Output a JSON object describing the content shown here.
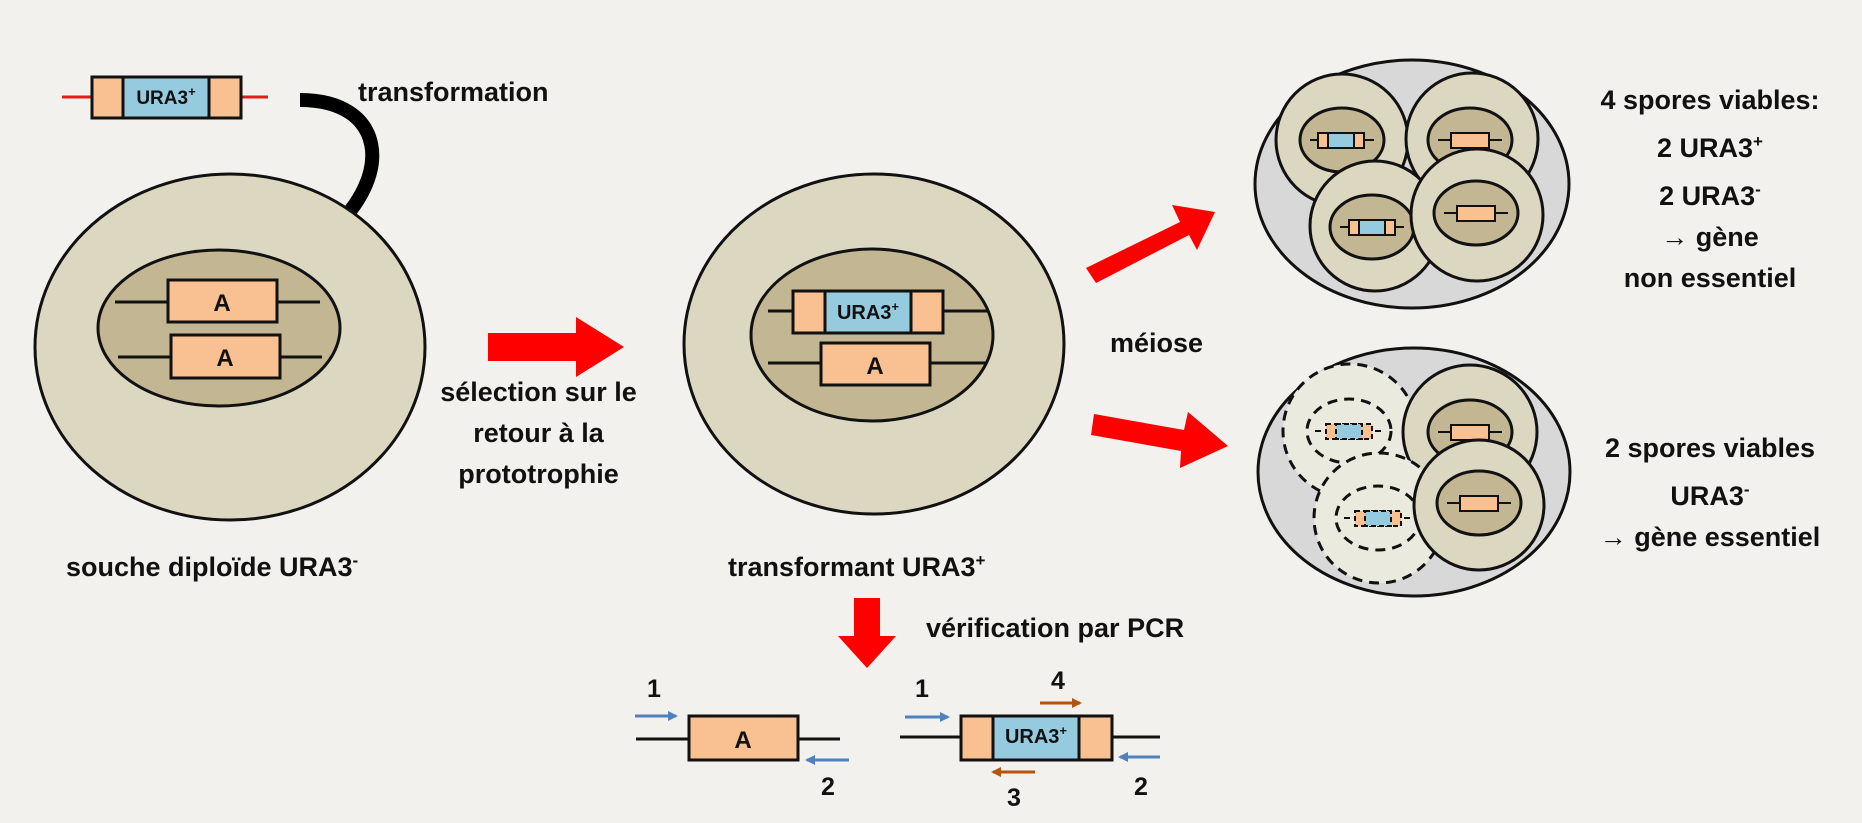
{
  "labels": {
    "transformation": "transformation",
    "selection_line1": "sélection sur le",
    "selection_line2": "retour à la",
    "selection_line3": "prototrophie",
    "souche": "souche diploïde URA3",
    "souche_sup": "-",
    "transformant": "transformant URA3",
    "transformant_sup": "+",
    "meiose": "méiose",
    "verification": "vérification par PCR"
  },
  "outcome_viable": {
    "line1": "4 spores viables:",
    "line2": "2 URA3",
    "line2_sup": "+",
    "line3": "2 URA3",
    "line3_sup": "-",
    "line4": "→ gène",
    "line5": "non essentiel"
  },
  "outcome_lethal": {
    "line1": "2 spores viables",
    "line2": "URA3",
    "line2_sup": "-",
    "line3": "→ gène essentiel"
  },
  "genes": {
    "allele_a": "A",
    "marker": "URA3",
    "marker_sup": "+"
  },
  "primers": {
    "p1": "1",
    "p2": "2",
    "p3": "3",
    "p4": "4"
  },
  "colors": {
    "background": "#f2f1ed",
    "cell": "#dcd7c1",
    "nucleus": "#c2b693",
    "gene": "#f9c091",
    "marker": "#96cbdf",
    "arrow_red": "#ff0000",
    "primer_blue": "#4f81bd",
    "primer_brown": "#b5540f",
    "ascus": "#d8d8d8",
    "dead_spore": "#ebeade"
  }
}
